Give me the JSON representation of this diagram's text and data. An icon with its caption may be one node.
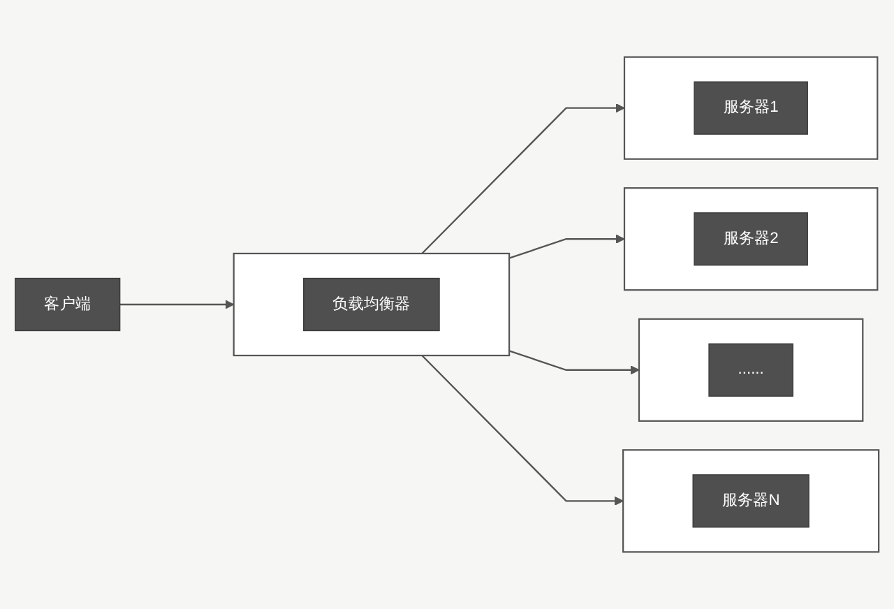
{
  "diagram": {
    "nodes": [
      {
        "text": [
          "客户端"
        ]
      },
      {
        "text": [],
        "shape": "box"
      },
      {
        "text": [
          "负载均衡器"
        ],
        "in": 1
      },
      {
        "text": [],
        "shape": "box"
      },
      {
        "text": [
          "服务器1"
        ],
        "in": 3
      },
      {
        "text": [],
        "shape": "box"
      },
      {
        "text": [
          "服务器2"
        ],
        "in": 5
      },
      {
        "text": [],
        "shape": "box"
      },
      {
        "text": [
          "......"
        ],
        "in": 7
      },
      {
        "text": [],
        "shape": "box"
      },
      {
        "text": [
          "服务器N"
        ],
        "in": 9
      }
    ],
    "edges": [
      {
        "from": 0,
        "to": 1,
        "arrow": "to"
      },
      {
        "from": 1,
        "to": 3,
        "arrow": "to"
      },
      {
        "from": 1,
        "to": 5,
        "arrow": "to"
      },
      {
        "from": 1,
        "to": 7,
        "arrow": "to"
      },
      {
        "from": 1,
        "to": 9,
        "arrow": "to"
      }
    ]
  }
}
